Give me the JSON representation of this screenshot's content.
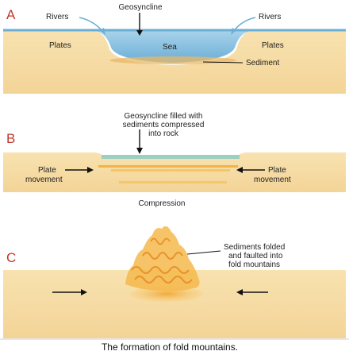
{
  "caption": "The formation of fold mountains.",
  "panels": {
    "a": {
      "letter": "A",
      "geosyncline": "Geosyncline",
      "rivers_left": "Rivers",
      "rivers_right": "Rivers",
      "plates_left": "Plates",
      "plates_right": "Plates",
      "sea": "Sea",
      "sediment": "Sediment"
    },
    "b": {
      "letter": "B",
      "note_line1": "Geosyncline filled with",
      "note_line2": "sediments compressed",
      "note_line3": "into rock",
      "plate_left_line1": "Plate",
      "plate_left_line2": "movement",
      "plate_right_line1": "Plate",
      "plate_right_line2": "movement",
      "compression": "Compression"
    },
    "c": {
      "letter": "C",
      "note_line1": "Sediments folded",
      "note_line2": "and faulted into",
      "note_line3": "fold mountains"
    }
  },
  "colors": {
    "letter": "#c0392b",
    "ground": "#f4d9a0",
    "sea": "#8fc4e0",
    "sediment": "#f0a830"
  }
}
